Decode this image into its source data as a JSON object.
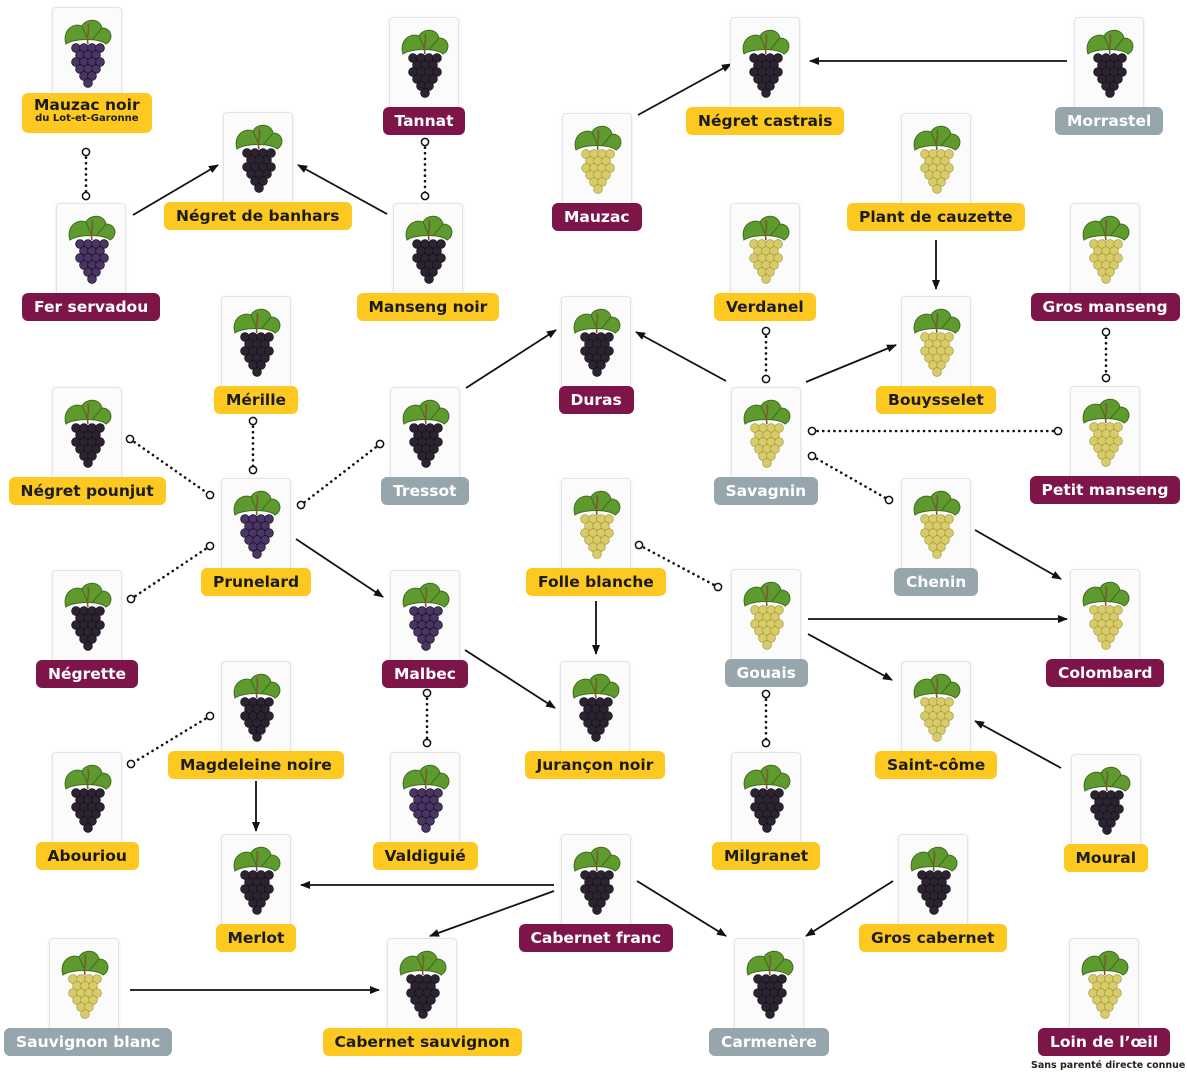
{
  "diagram": {
    "footnote": "Sans parenté directe connue",
    "colors": {
      "yellow": "#fdc81f",
      "wine": "#7e1549",
      "grey": "#97a5ad",
      "grape_black": "#2b2430",
      "grape_purple": "#4a3566",
      "grape_white": "#d8cc6a",
      "leaf": "#5e9a2e"
    },
    "nodes": [
      {
        "id": "mauzac_noir",
        "label": "Mauzac noir",
        "sublabel": "du Lot-et-Garonne",
        "color": "yellow",
        "grape": "purple"
      },
      {
        "id": "fer_servadou",
        "label": "Fer servadou",
        "color": "wine",
        "grape": "purple"
      },
      {
        "id": "negret_banhars",
        "label": "Négret de banhars",
        "color": "yellow",
        "grape": "black"
      },
      {
        "id": "tannat",
        "label": "Tannat",
        "color": "wine",
        "grape": "black"
      },
      {
        "id": "manseng_noir",
        "label": "Manseng noir",
        "color": "yellow",
        "grape": "black"
      },
      {
        "id": "mauzac",
        "label": "Mauzac",
        "color": "wine",
        "grape": "white"
      },
      {
        "id": "negret_castrais",
        "label": "Négret castrais",
        "color": "yellow",
        "grape": "black"
      },
      {
        "id": "morrastel",
        "label": "Morrastel",
        "color": "grey",
        "grape": "black"
      },
      {
        "id": "plant_cauzette",
        "label": "Plant de cauzette",
        "color": "yellow",
        "grape": "white"
      },
      {
        "id": "verdanel",
        "label": "Verdanel",
        "color": "yellow",
        "grape": "white"
      },
      {
        "id": "gros_manseng",
        "label": "Gros manseng",
        "color": "wine",
        "grape": "white"
      },
      {
        "id": "merille",
        "label": "Mérille",
        "color": "yellow",
        "grape": "black"
      },
      {
        "id": "duras",
        "label": "Duras",
        "color": "wine",
        "grape": "black"
      },
      {
        "id": "bouysselet",
        "label": "Bouysselet",
        "color": "yellow",
        "grape": "white"
      },
      {
        "id": "negret_pounjut",
        "label": "Négret pounjut",
        "color": "yellow",
        "grape": "black"
      },
      {
        "id": "tressot",
        "label": "Tressot",
        "color": "grey",
        "grape": "black"
      },
      {
        "id": "savagnin",
        "label": "Savagnin",
        "color": "grey",
        "grape": "white"
      },
      {
        "id": "petit_manseng",
        "label": "Petit manseng",
        "color": "wine",
        "grape": "white"
      },
      {
        "id": "prunelard",
        "label": "Prunelard",
        "color": "yellow",
        "grape": "purple"
      },
      {
        "id": "folle_blanche",
        "label": "Folle blanche",
        "color": "yellow",
        "grape": "white"
      },
      {
        "id": "chenin",
        "label": "Chenin",
        "color": "grey",
        "grape": "white"
      },
      {
        "id": "negrette",
        "label": "Négrette",
        "color": "wine",
        "grape": "black"
      },
      {
        "id": "malbec",
        "label": "Malbec",
        "color": "wine",
        "grape": "purple"
      },
      {
        "id": "gouais",
        "label": "Gouais",
        "color": "grey",
        "grape": "white"
      },
      {
        "id": "colombard",
        "label": "Colombard",
        "color": "wine",
        "grape": "white"
      },
      {
        "id": "magdeleine_noire",
        "label": "Magdeleine noire",
        "color": "yellow",
        "grape": "black"
      },
      {
        "id": "jurancon_noir",
        "label": "Jurançon noir",
        "color": "yellow",
        "grape": "black"
      },
      {
        "id": "saint_come",
        "label": "Saint-côme",
        "color": "yellow",
        "grape": "white"
      },
      {
        "id": "abouriou",
        "label": "Abouriou",
        "color": "yellow",
        "grape": "black"
      },
      {
        "id": "valdiguie",
        "label": "Valdiguié",
        "color": "yellow",
        "grape": "purple"
      },
      {
        "id": "milgranet",
        "label": "Milgranet",
        "color": "yellow",
        "grape": "black"
      },
      {
        "id": "moural",
        "label": "Moural",
        "color": "yellow",
        "grape": "black"
      },
      {
        "id": "merlot",
        "label": "Merlot",
        "color": "yellow",
        "grape": "black"
      },
      {
        "id": "cabernet_franc",
        "label": "Cabernet franc",
        "color": "wine",
        "grape": "black"
      },
      {
        "id": "gros_cabernet",
        "label": "Gros cabernet",
        "color": "yellow",
        "grape": "black"
      },
      {
        "id": "sauvignon_blanc",
        "label": "Sauvignon blanc",
        "color": "grey",
        "grape": "white"
      },
      {
        "id": "cabernet_sauvignon",
        "label": "Cabernet sauvignon",
        "color": "yellow",
        "grape": "black"
      },
      {
        "id": "carmenere",
        "label": "Carmenère",
        "color": "grey",
        "grape": "black"
      },
      {
        "id": "loin_oeil",
        "label": "Loin de l’œil",
        "color": "wine",
        "grape": "white"
      }
    ],
    "edges": [
      {
        "from": "mauzac_noir",
        "to": "fer_servadou",
        "kind": "dotted"
      },
      {
        "from": "tannat",
        "to": "manseng_noir",
        "kind": "dotted"
      },
      {
        "from": "fer_servadou",
        "to": "negret_banhars",
        "kind": "arrow"
      },
      {
        "from": "manseng_noir",
        "to": "negret_banhars",
        "kind": "arrow"
      },
      {
        "from": "mauzac",
        "to": "negret_castrais",
        "kind": "arrow"
      },
      {
        "from": "morrastel",
        "to": "negret_castrais",
        "kind": "arrow"
      },
      {
        "from": "plant_cauzette",
        "to": "bouysselet",
        "kind": "arrow"
      },
      {
        "from": "verdanel",
        "to": "savagnin",
        "kind": "dotted"
      },
      {
        "from": "gros_manseng",
        "to": "petit_manseng",
        "kind": "dotted"
      },
      {
        "from": "savagnin",
        "to": "duras",
        "kind": "arrow"
      },
      {
        "from": "savagnin",
        "to": "bouysselet",
        "kind": "arrow"
      },
      {
        "from": "savagnin",
        "to": "petit_manseng",
        "kind": "dotted"
      },
      {
        "from": "savagnin",
        "to": "chenin",
        "kind": "dotted"
      },
      {
        "from": "tressot",
        "to": "duras",
        "kind": "arrow"
      },
      {
        "from": "merille",
        "to": "prunelard",
        "kind": "dotted"
      },
      {
        "from": "negret_pounjut",
        "to": "prunelard",
        "kind": "dotted"
      },
      {
        "from": "tressot",
        "to": "prunelard",
        "kind": "dotted"
      },
      {
        "from": "negrette",
        "to": "prunelard",
        "kind": "dotted"
      },
      {
        "from": "prunelard",
        "to": "malbec",
        "kind": "arrow"
      },
      {
        "from": "malbec",
        "to": "jurancon_noir",
        "kind": "arrow"
      },
      {
        "from": "folle_blanche",
        "to": "jurancon_noir",
        "kind": "arrow"
      },
      {
        "from": "folle_blanche",
        "to": "gouais",
        "kind": "dotted"
      },
      {
        "from": "gouais",
        "to": "colombard",
        "kind": "arrow"
      },
      {
        "from": "chenin",
        "to": "colombard",
        "kind": "arrow"
      },
      {
        "from": "gouais",
        "to": "saint_come",
        "kind": "arrow"
      },
      {
        "from": "moural",
        "to": "saint_come",
        "kind": "arrow"
      },
      {
        "from": "gouais",
        "to": "milgranet",
        "kind": "dotted"
      },
      {
        "from": "malbec",
        "to": "valdiguie",
        "kind": "dotted"
      },
      {
        "from": "abouriou",
        "to": "magdeleine_noire",
        "kind": "dotted"
      },
      {
        "from": "magdeleine_noire",
        "to": "merlot",
        "kind": "arrow"
      },
      {
        "from": "cabernet_franc",
        "to": "merlot",
        "kind": "arrow"
      },
      {
        "from": "cabernet_franc",
        "to": "cabernet_sauvignon",
        "kind": "arrow"
      },
      {
        "from": "sauvignon_blanc",
        "to": "cabernet_sauvignon",
        "kind": "arrow"
      },
      {
        "from": "cabernet_franc",
        "to": "carmenere",
        "kind": "arrow"
      },
      {
        "from": "gros_cabernet",
        "to": "carmenere",
        "kind": "arrow"
      }
    ]
  }
}
